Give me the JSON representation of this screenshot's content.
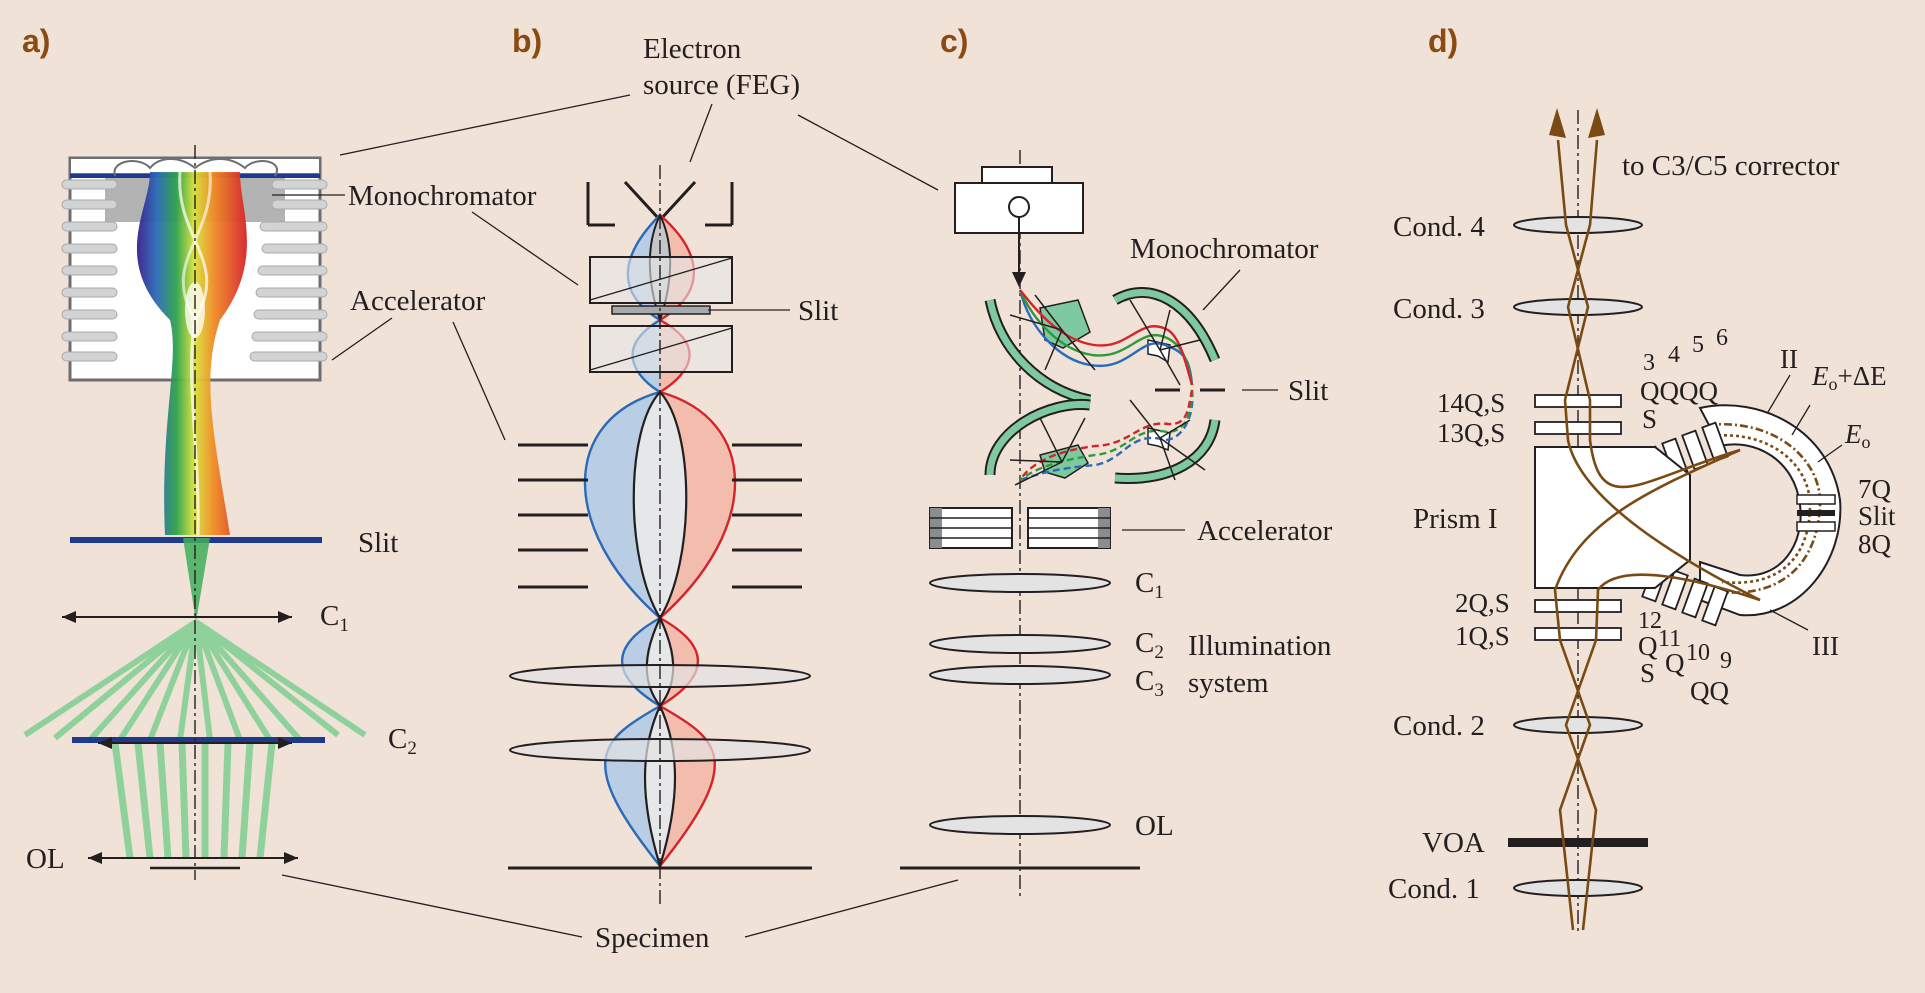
{
  "panels": {
    "a": "a)",
    "b": "b)",
    "c": "c)",
    "d": "d)"
  },
  "labels": {
    "electron_source_line1": "Electron",
    "electron_source_line2": "source (FEG)",
    "monochromator_a": "Monochromator",
    "accelerator_a": "Accelerator",
    "slit_a": "Slit",
    "c1_a": "C",
    "c2_a": "C",
    "ol_a": "OL",
    "slit_b": "Slit",
    "specimen": "Specimen",
    "monochromator_c": "Monochromator",
    "slit_c": "Slit",
    "accelerator_c": "Accelerator",
    "c1_c": "C",
    "c2_c": "C",
    "c3_c": "C",
    "illumination_line1": "Illumination",
    "illumination_line2": "system",
    "ol_c": "OL",
    "to_corrector": "to C3/C5 corrector",
    "cond4": "Cond. 4",
    "cond3": "Cond. 3",
    "cond2": "Cond. 2",
    "cond1": "Cond. 1",
    "voa": "VOA",
    "prism": "Prism I",
    "q14": "14Q,S",
    "q13": "13Q,S",
    "q2": "2Q,S",
    "q1": "1Q,S",
    "top_3": "3",
    "top_4": "4",
    "top_5": "5",
    "top_6": "6",
    "top_qqqq": "QQQQ",
    "top_s": "S",
    "bot_12": "12",
    "bot_11": "11",
    "bot_10": "10",
    "bot_9": "9",
    "bot_q1": "Q",
    "bot_q2": "Q",
    "bot_q3": "QQ",
    "bot_s": "S",
    "label_ii": "II",
    "label_iii": "III",
    "e0_de": "E",
    "e0": "E",
    "sub_o": "o",
    "plus_de": "+ΔE",
    "q7": "7Q",
    "slit_d": "Slit",
    "q8": "8Q",
    "sub_1": "1",
    "sub_2": "2",
    "sub_3": "3"
  }
}
